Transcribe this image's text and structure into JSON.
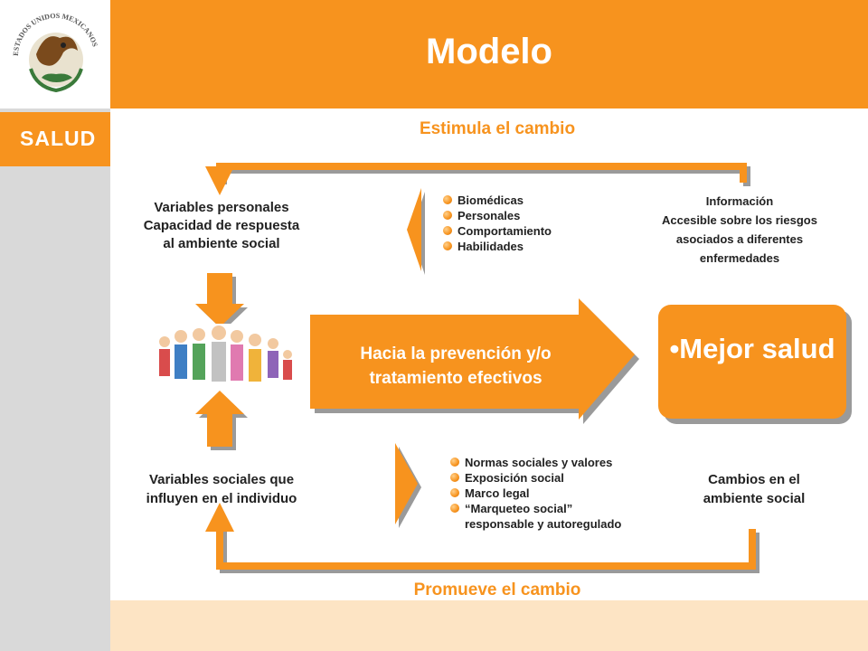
{
  "header": {
    "title": "Modelo"
  },
  "brand": {
    "logo_text": "ESTADOS UNIDOS MEXICANOS",
    "salud_label": "SALUD",
    "accent": "#f7931e"
  },
  "diagram": {
    "top_loop_label": "Estimula el cambio",
    "bottom_loop_label": "Promueve el cambio",
    "personal_variables": [
      "Variables personales",
      "Capacidad de respuesta",
      "al ambiente social"
    ],
    "personal_factors": [
      "Biomédicas",
      "Personales",
      "Comportamiento",
      "Habilidades"
    ],
    "information": [
      "Información",
      "Accesible sobre los riesgos",
      "asociados a diferentes",
      "enfermedades"
    ],
    "center_arrow": [
      "Hacia la prevención y/o",
      "tratamiento efectivos"
    ],
    "result": "•Mejor salud",
    "social_variables": [
      "Variables sociales que",
      "influyen en el individuo"
    ],
    "social_factors": [
      "Normas sociales y valores",
      "Exposición social",
      "Marco legal",
      "“Marqueteo social”",
      "responsable y autoregulado"
    ],
    "environment_changes": [
      "Cambios en el",
      "ambiente social"
    ]
  }
}
